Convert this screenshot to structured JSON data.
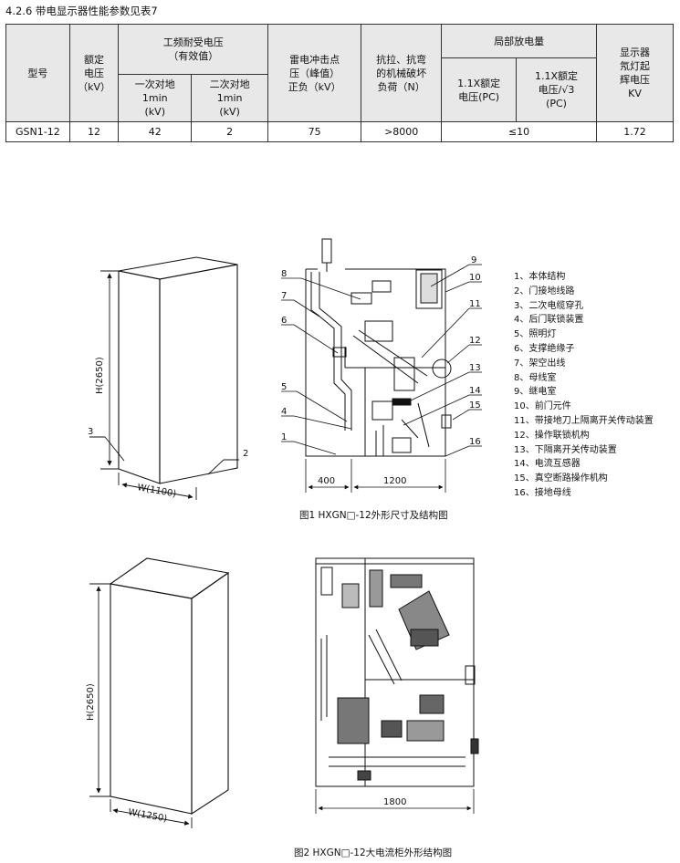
{
  "section_title": "4.2.6 带电显示器性能参数见表7",
  "table": {
    "h_model": "型号",
    "h_rated_voltage": [
      "额定",
      "电压",
      "（kV）"
    ],
    "h_power_freq": [
      "工频耐受电压",
      "（有效值）"
    ],
    "h_primary": [
      "一次对地",
      "1min",
      "(kV)"
    ],
    "h_secondary": [
      "二次对地",
      "1min",
      "(kV)"
    ],
    "h_lightning": [
      "雷电冲击点",
      "压（峰值）",
      "正负（kV）"
    ],
    "h_mech": [
      "抗拉、抗弯",
      "的机械破坏",
      "负荷（N）"
    ],
    "h_partial": "局部放电量",
    "h_pd1": [
      "1.1X额定",
      "电压(PC)"
    ],
    "h_pd2": [
      "1.1X额定",
      "电压/√3",
      "(PC)"
    ],
    "h_neon": [
      "显示器",
      "氖灯起",
      "辉电压",
      "KV"
    ],
    "row": {
      "model": "GSN1-12",
      "rated": "12",
      "primary": "42",
      "secondary": "2",
      "lightning": "75",
      "mech": ">8000",
      "pd": "≤10",
      "neon": "1.72"
    }
  },
  "fig1": {
    "caption": "图1 HXGN□-12外形尺寸及结构图",
    "height_label": "H(2650)",
    "width_label": "W(1100)",
    "dim_left": "400",
    "dim_right": "1200",
    "callouts": [
      "1",
      "2",
      "3",
      "4",
      "5",
      "6",
      "7",
      "8",
      "9",
      "10",
      "11",
      "12",
      "13",
      "14",
      "15",
      "16"
    ]
  },
  "legend": [
    "1、本体结构",
    "2、门接地线路",
    "3、二次电缆穿孔",
    "4、后门联锁装置",
    "5、照明灯",
    "6、支撑绝缘子",
    "7、架空出线",
    "8、母线室",
    "9、继电室",
    "10、前门元件",
    "11、带接地刀上隔离开关传动装置",
    "12、操作联锁机构",
    "13、下隔离开关传动装置",
    "14、电流互感器",
    "15、真空断路操作机构",
    "16、接地母线"
  ],
  "fig2": {
    "caption": "图2 HXGN□-12大电流柜外形结构图",
    "height_label": "H(2650)",
    "width_label": "W(1250)",
    "dim_bottom": "1800"
  }
}
